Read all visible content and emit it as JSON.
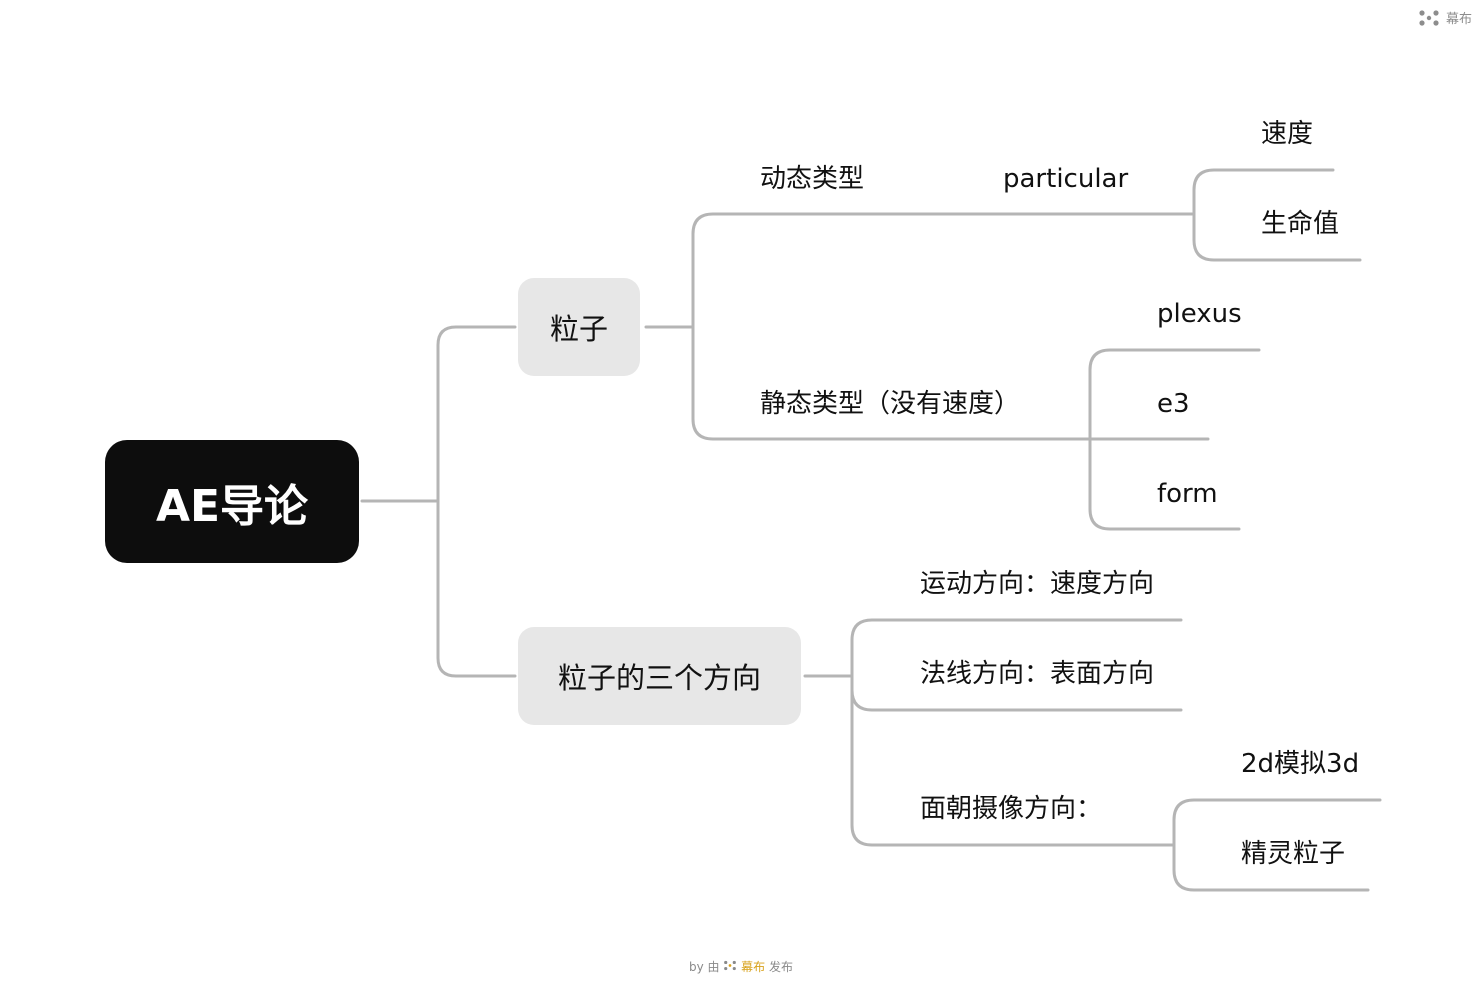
{
  "brand": {
    "icon": "mubu-logo-icon",
    "name": "幕布"
  },
  "mindmap": {
    "root": "AE导论",
    "branches": [
      {
        "label": "粒子",
        "children": [
          {
            "label": "动态类型",
            "children": [
              {
                "label": "particular",
                "children": [
                  "速度",
                  "生命值"
                ]
              }
            ]
          },
          {
            "label": "静态类型（没有速度）",
            "children": [
              "plexus",
              "e3",
              "form"
            ]
          }
        ]
      },
      {
        "label": "粒子的三个方向",
        "children": [
          {
            "label": "运动方向：速度方向"
          },
          {
            "label": "法线方向：表面方向"
          },
          {
            "label": "面朝摄像方向：",
            "children": [
              "2d模拟3d",
              "精灵粒子"
            ]
          }
        ]
      }
    ]
  },
  "footer": {
    "prefix": "by 由",
    "brand": "幕布",
    "suffix": "发布"
  },
  "colors": {
    "root_bg": "#0d0d0d",
    "main_bg": "#e7e7e7",
    "line": "#b5b5b5",
    "accent": "#d8a21c"
  }
}
